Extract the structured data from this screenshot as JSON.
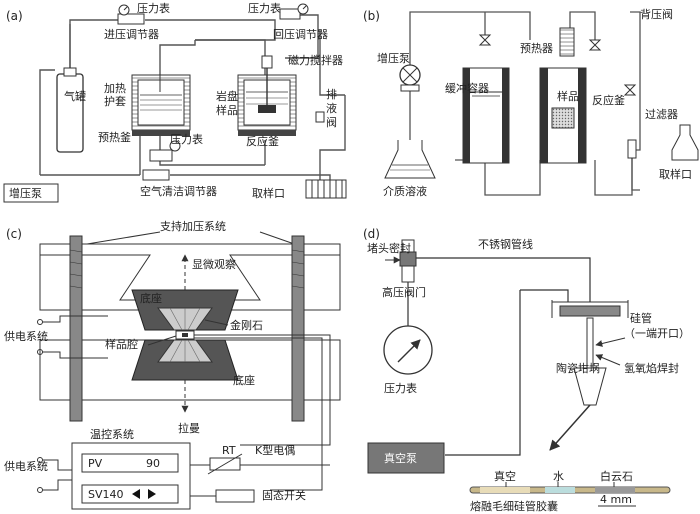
{
  "panels": {
    "a": {
      "tag": "(a)",
      "pressure_gauge_1": "压力表",
      "inlet_regulator": "进压调节器",
      "pressure_gauge_2": "压力表",
      "return_regulator": "回压调节器",
      "magnetic_stirrer": "磁力搅拌器",
      "gas_tank": "气罐",
      "heating_jacket_line1": "加热",
      "heating_jacket_line2": "护套",
      "preheat_vessel": "预热釜",
      "rock_sample_line1": "岩盘",
      "rock_sample_line2": "样品",
      "pressure_gauge_3": "压力表",
      "reaction_vessel": "反应釜",
      "drain_valve_line1": "排",
      "drain_valve_line2": "液",
      "drain_valve_line3": "阀",
      "air_cleaner_regulator": "空气清洁调节器",
      "booster_pump": "增压泵",
      "sampling_port": "取样口"
    },
    "b": {
      "tag": "(b)",
      "booster_pump": "增压泵",
      "preheater": "预热器",
      "back_pressure_valve": "背压阀",
      "buffer_vessel": "缓冲容器",
      "sample": "样品",
      "reaction_vessel": "反应釜",
      "filter": "过滤器",
      "medium_solution": "介质溶液",
      "sampling_port": "取样口"
    },
    "c": {
      "tag": "(c)",
      "support_system": "支持加压系统",
      "microscope": "显微观察",
      "base_top": "底座",
      "diamond": "金刚石",
      "sample_chamber": "样品腔",
      "base_bottom": "底座",
      "power_supply_1": "供电系统",
      "raman": "拉曼",
      "temp_control": "温控系统",
      "pv_label": "PV",
      "pv_value": "90",
      "sv_label": "SV140",
      "rt_label": "RT",
      "thermocouple": "K型电偶",
      "power_supply_2": "供电系统",
      "ssr": "固态开关"
    },
    "d": {
      "tag": "(d)",
      "plug_seal": "堵头密封",
      "stainless_line": "不锈钢管线",
      "high_pressure_valve": "高压阀门",
      "gauge": "压力表",
      "silica_tube_line1": "硅管",
      "silica_tube_line2": "（一端开口）",
      "ceramic_crucible": "陶瓷坩埚",
      "h2o2_seal": "氢氧焰焊封",
      "vacuum_pump": "真空泵",
      "vacuum": "真空",
      "water": "水",
      "dolomite": "白云石",
      "capsule": "熔融毛细硅管胶囊",
      "scale": "4 mm"
    }
  }
}
